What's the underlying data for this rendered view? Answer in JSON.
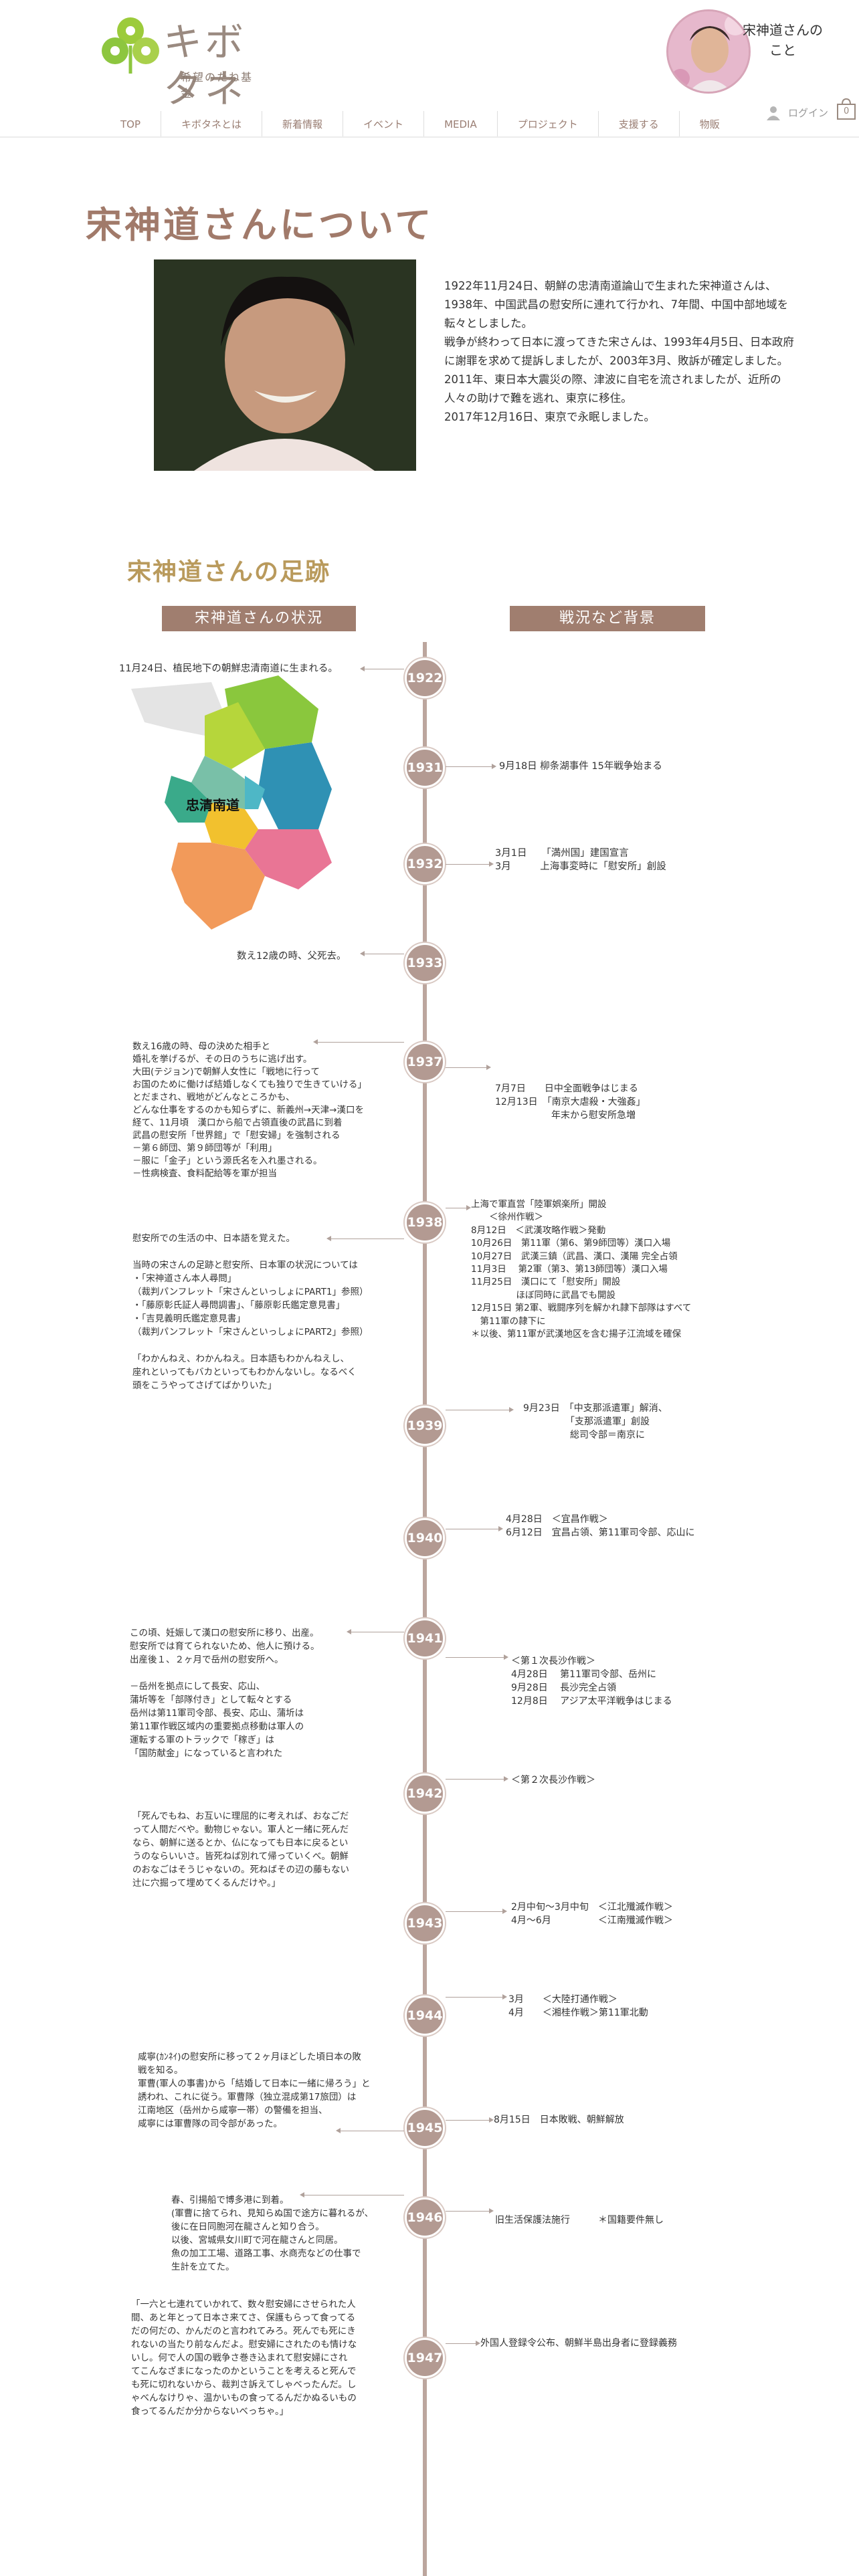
{
  "header": {
    "logo_text": "キボタネ",
    "logo_sub": "希望のたね基金",
    "profile_title": "宋神道さんの\nこと",
    "nav": [
      "TOP",
      "キボタネとは",
      "新着情報",
      "イベント",
      "MEDIA",
      "プロジェクト",
      "支援する",
      "物販"
    ],
    "login": "ログイン",
    "cart_count": "0"
  },
  "hero": {
    "title": "宋神道さんについて",
    "bio": [
      "1922年11月24日、朝鮮の忠清南道論山で生まれた宋神道さんは、",
      "1938年、中国武昌の慰安所に連れて行かれ、7年間、中国中部地域を",
      "転々としました。",
      "戦争が終わって日本に渡ってきた宋さんは、1993年4月5日、日本政府",
      "に謝罪を求めて提訴しましたが、2003年3月、敗訴が確定しました。",
      "2011年、東日本大震災の際、津波に自宅を流されましたが、近所の",
      "人々の助けで難を逃れ、東京に移住。",
      "2017年12月16日、東京で永眠しました。"
    ]
  },
  "footprints": {
    "title": "宋神道さんの足跡",
    "left_header": "宋神道さんの状況",
    "right_header": "戦況など背景",
    "map_label": "忠清南道",
    "years": [
      "1922",
      "1931",
      "1932",
      "1933",
      "1937",
      "1938",
      "1939",
      "1940",
      "1941",
      "1942",
      "1943",
      "1944",
      "1945",
      "1946",
      "1947"
    ],
    "left": {
      "y1922": "11月24日、植民地下の朝鮮忠清南道に生まれる。",
      "y1933": "数え12歳の時、父死去。",
      "y1937": "数え16歳の時、母の決めた相手と\n婚礼を挙げるが、その日のうちに逃げ出す。\n大田(テジョン)で朝鮮人女性に「戦地に行って\nお国のために働けば結婚しなくても独りで生きていける」\nとだまされ、戦地がどんなところかも、\nどんな仕事をするのかも知らずに、新義州→天津→漢口を\n経て、11月頃　漢口から船で占領直後の武昌に到着\n武昌の慰安所「世界館」で「慰安婦」を強制される\n－第６師団、第９師団等が「利用」\n－服に「金子」という源氏名を入れ墨される。\n－性病検査、食料配給等を軍が担当",
      "y1938": "慰安所での生活の中、日本語を覚えた。\n\n当時の宋さんの足跡と慰安所、日本軍の状況については\n・「宋神道さん本人尋問」\n（裁判パンフレット「宋さんといっしょにPART1」参照）\n・「藤原彰氏証人尋問調書」、「藤原彰氏鑑定意見書」\n・「吉見義明氏鑑定意見書」\n（裁判パンフレット「宋さんといっしょにPART2」参照）\n\n「わかんねえ、わかんねえ。日本語もわかんねえし、\n座れといってもバカといってもわかんないし。なるべく\n頭をこうやってさげてばかりいた」",
      "y1941": "この頃、妊娠して漢口の慰安所に移り、出産。\n慰安所では育てられないため、他人に預ける。\n出産後１、２ヶ月で岳州の慰安所へ。\n\n－岳州を拠点にして長安、応山、\n蒲圻等を「部隊付き」として転々とする\n岳州は第11軍司令部、長安、応山、蒲圻は\n第11軍作戦区域内の重要拠点移動は軍人の\n運転する軍のトラックで「稼ぎ」は\n「国防献金」になっていると言われた",
      "y1942": "「死んでもね、お互いに理屈的に考えれば、おなごだ\nって人間だべや。動物じゃない。軍人と一緒に死んだ\nなら、朝鮮に送るとか、仏になっても日本に戻るとい\nうのならいいさ。皆死ねば別れて帰っていくべ。朝鮮\nのおなごはそうじゃないの。死ねばその辺の藤もない\n辻に穴掘って埋めてくるんだけや。」",
      "y1945": "咸寧(ｶﾝﾈｲ)の慰安所に移って２ヶ月ほどした頃日本の敗\n戦を知る。\n軍曹(軍人の事書)から「結婚して日本に一緒に帰ろう」と\n誘われ、これに従う。軍曹隊（独立混成第17旅団）は\n江南地区（岳州から咸寧一帯）の警備を担当、\n咸寧には軍曹隊の司令部があった。",
      "y1946": "春、引揚船で博多港に到着。\n(軍曹に捨てられ、見知らぬ国で途方に暮れるが、\n後に在日同胞河在龍さんと知り合う。\n以後、宮城県女川町で河在龍さんと同居。\n魚の加工工場、道路工事、水商売などの仕事で\n生計を立てた。",
      "y1947": "「一六と七連れていかれて、数々慰安婦にさせられた人\n間、あと年とって日本さ来てさ、保護もらって食ってる\nだの何だの、かんだのと言われてみろ。死んでも死にき\nれないの当たり前なんだよ。慰安婦にされたのも情けな\nいし。何で人の国の戦争さ巻き込まれて慰安婦にされ\nてこんなざまになったのかということを考えると死んで\nも死に切れないから、裁判さ訴えてしゃべったんだ。し\nゃべんなけりゃ、温かいもの食ってるんだかぬるいもの\n食ってるんだか分からないべっちゃ。」"
    },
    "right": {
      "y1931": "9月18日 柳条湖事件 15年戦争始まる",
      "y1932": "3月1日　　「満州国」建国宣言\n3月　　　上海事変時に「慰安所」創設",
      "y1937": "7月7日　　日中全面戦争はじまる\n12月13日　「南京大虐殺・大強姦」\n　　　　　　年末から慰安所急増",
      "y1938": "上海で軍直営「陸軍娯楽所」開設\n　　＜徐州作戦＞\n8月12日　＜武漢攻略作戦＞発動\n10月26日　第11軍（第6、第9師団等）漢口入場\n10月27日　武漢三鎮（武昌、漢口、漢陽 完全占領\n11月3日　 第2軍（第3、第13師団等）漢口入場\n11月25日　漢口にて「慰安所」開設\n　　　　　ほぼ同時に武昌でも開設\n12月15日 第2軍、戦闘序列を解かれ隷下部隊はすべて\n　第11軍の隷下に\n＊以後、第11軍が武漢地区を含む揚子江流域を確保",
      "y1939": "9月23日　「中支那派遣軍」解消、\n　　　　　「支那派遣軍」創設\n　　　　　総司令部＝南京に",
      "y1940": "4月28日　＜宜昌作戦＞\n6月12日　宜昌占領、第11軍司令部、応山に",
      "y1941": "＜第１次長沙作戦＞\n4月28日　 第11軍司令部、岳州に\n9月28日　 長沙完全占領\n12月8日　 アジア太平洋戦争はじまる",
      "y1942": "＜第２次長沙作戦＞",
      "y1943": "2月中旬〜3月中旬　＜江北殲滅作戦＞\n4月〜6月　　　　　＜江南殲滅作戦＞",
      "y1944": "3月　　＜大陸打通作戦＞\n4月　　＜湘桂作戦＞第11軍北動",
      "y1945": "8月15日　日本敗戦、朝鮮解放",
      "y1946": "旧生活保護法施行　　　＊国籍要件無し",
      "y1947": "外国人登録令公布、朝鮮半島出身者に登録義務"
    }
  },
  "colors": {
    "brand_brown": "#a17a6a",
    "timeline": "#b39a92",
    "section_gold": "#b99a5c",
    "logo_green": "#8dc63f"
  }
}
